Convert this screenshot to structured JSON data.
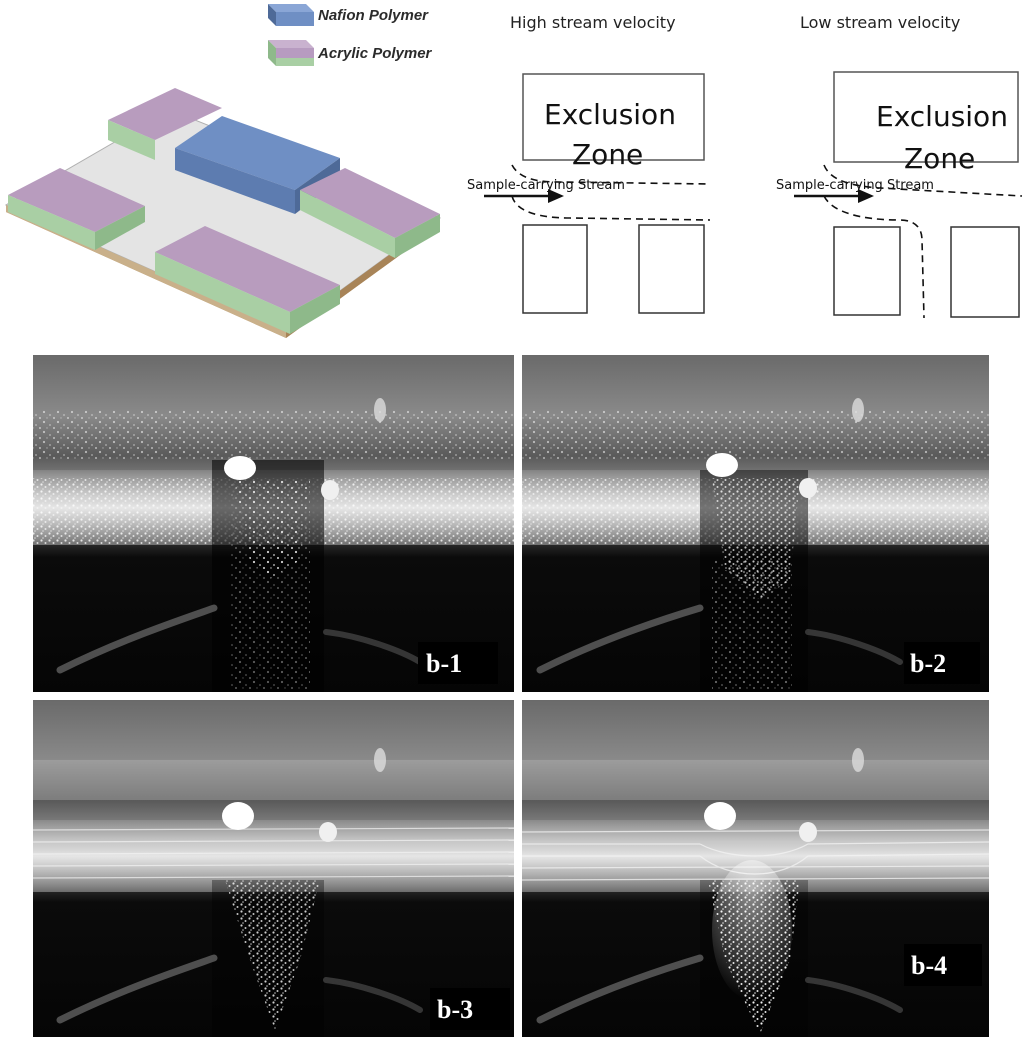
{
  "legend": {
    "items": [
      {
        "label": "Nafion Polymer",
        "color": "#6f8fc4"
      },
      {
        "label": "Acrylic Polymer",
        "color": "#b79bc0"
      }
    ]
  },
  "schematic_high": {
    "title": "High stream velocity",
    "zone_line1": "Exclusion",
    "zone_line2": "Zone",
    "stream_label": "Sample-carrying Stream"
  },
  "schematic_low": {
    "title": "Low stream velocity",
    "zone_line1": "Exclusion",
    "zone_line2": "Zone",
    "stream_label": "Sample-carrying Stream"
  },
  "photos": {
    "panels": [
      {
        "label": "b-1"
      },
      {
        "label": "b-2"
      },
      {
        "label": "b-3"
      },
      {
        "label": "b-4"
      }
    ]
  }
}
